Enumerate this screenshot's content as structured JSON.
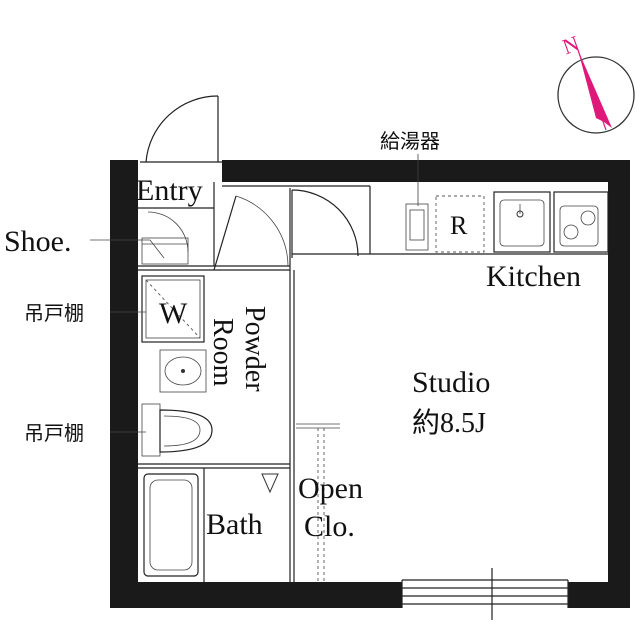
{
  "rooms": {
    "entry": "Entry",
    "shoe": "Shoe.",
    "washer": "W",
    "powder_line1": "Powder",
    "powder_line2": "Room",
    "bath": "Bath",
    "studio": "Studio",
    "studio_size": "約8.5J",
    "kitchen": "Kitchen",
    "fridge": "R",
    "open_line1": "Open",
    "open_line2": "Clo."
  },
  "callouts": {
    "water_heater": "給湯器",
    "shelf_upper": "吊戸棚",
    "shelf_lower": "吊戸棚"
  },
  "compass": {
    "letter": "N",
    "icon": "north-arrow-icon",
    "accent_color": "#e0187a"
  }
}
